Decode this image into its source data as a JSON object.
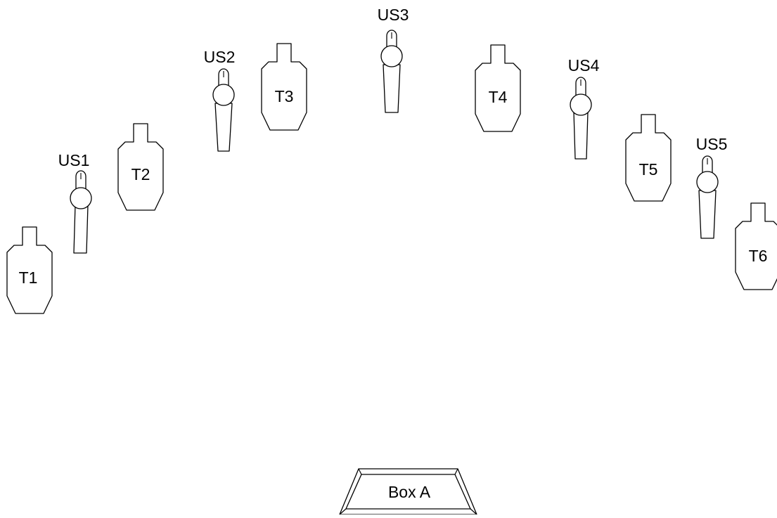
{
  "targets": [
    {
      "label": "T1"
    },
    {
      "label": "T2"
    },
    {
      "label": "T3"
    },
    {
      "label": "T4"
    },
    {
      "label": "T5"
    },
    {
      "label": "T6"
    }
  ],
  "no_shoots": [
    {
      "label": "US1"
    },
    {
      "label": "US2"
    },
    {
      "label": "US3"
    },
    {
      "label": "US4"
    },
    {
      "label": "US5"
    }
  ],
  "shooting_box": {
    "label": "Box A"
  },
  "colors": {
    "stroke": "#000000",
    "fill": "#ffffff",
    "background": "#ffffff"
  }
}
